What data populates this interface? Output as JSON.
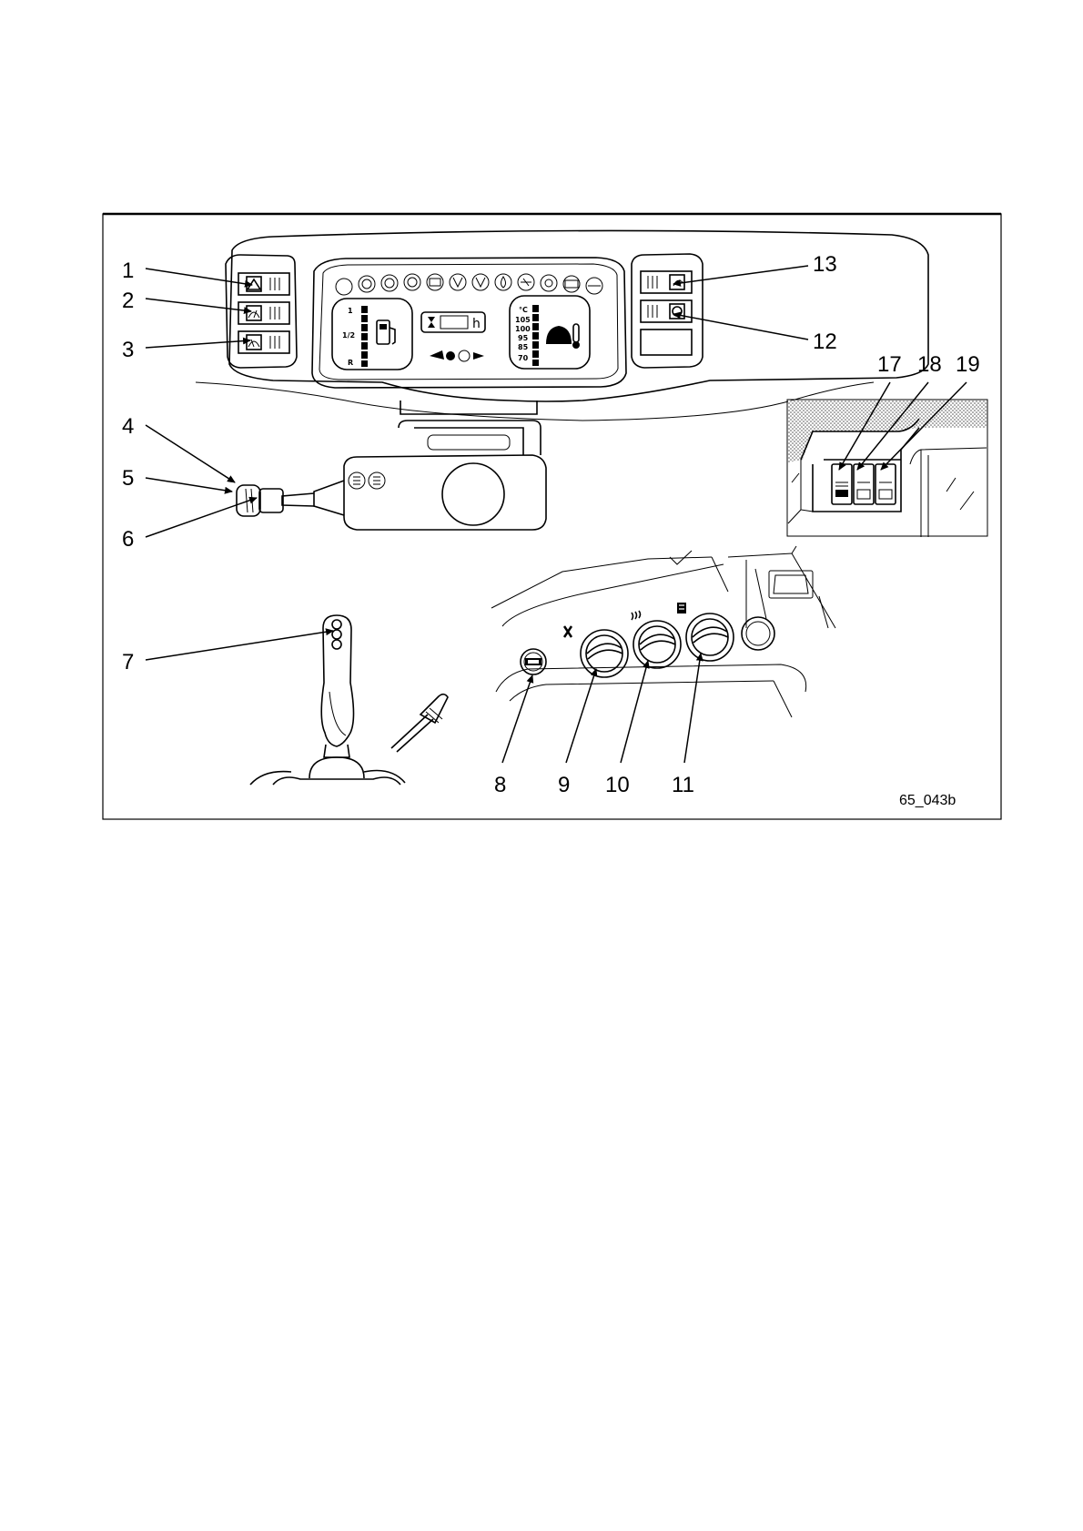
{
  "figure": {
    "reference_code": "65_043b",
    "callouts": [
      "1",
      "2",
      "3",
      "4",
      "5",
      "6",
      "7",
      "8",
      "9",
      "10",
      "11",
      "12",
      "13",
      "17",
      "18",
      "19"
    ]
  },
  "gauges": {
    "fuel_scale": [
      "1",
      "1/2",
      "R"
    ],
    "temp_scale": [
      "°C",
      "105",
      "100",
      "95",
      "85",
      "70"
    ],
    "hour_meter_unit": "h"
  }
}
